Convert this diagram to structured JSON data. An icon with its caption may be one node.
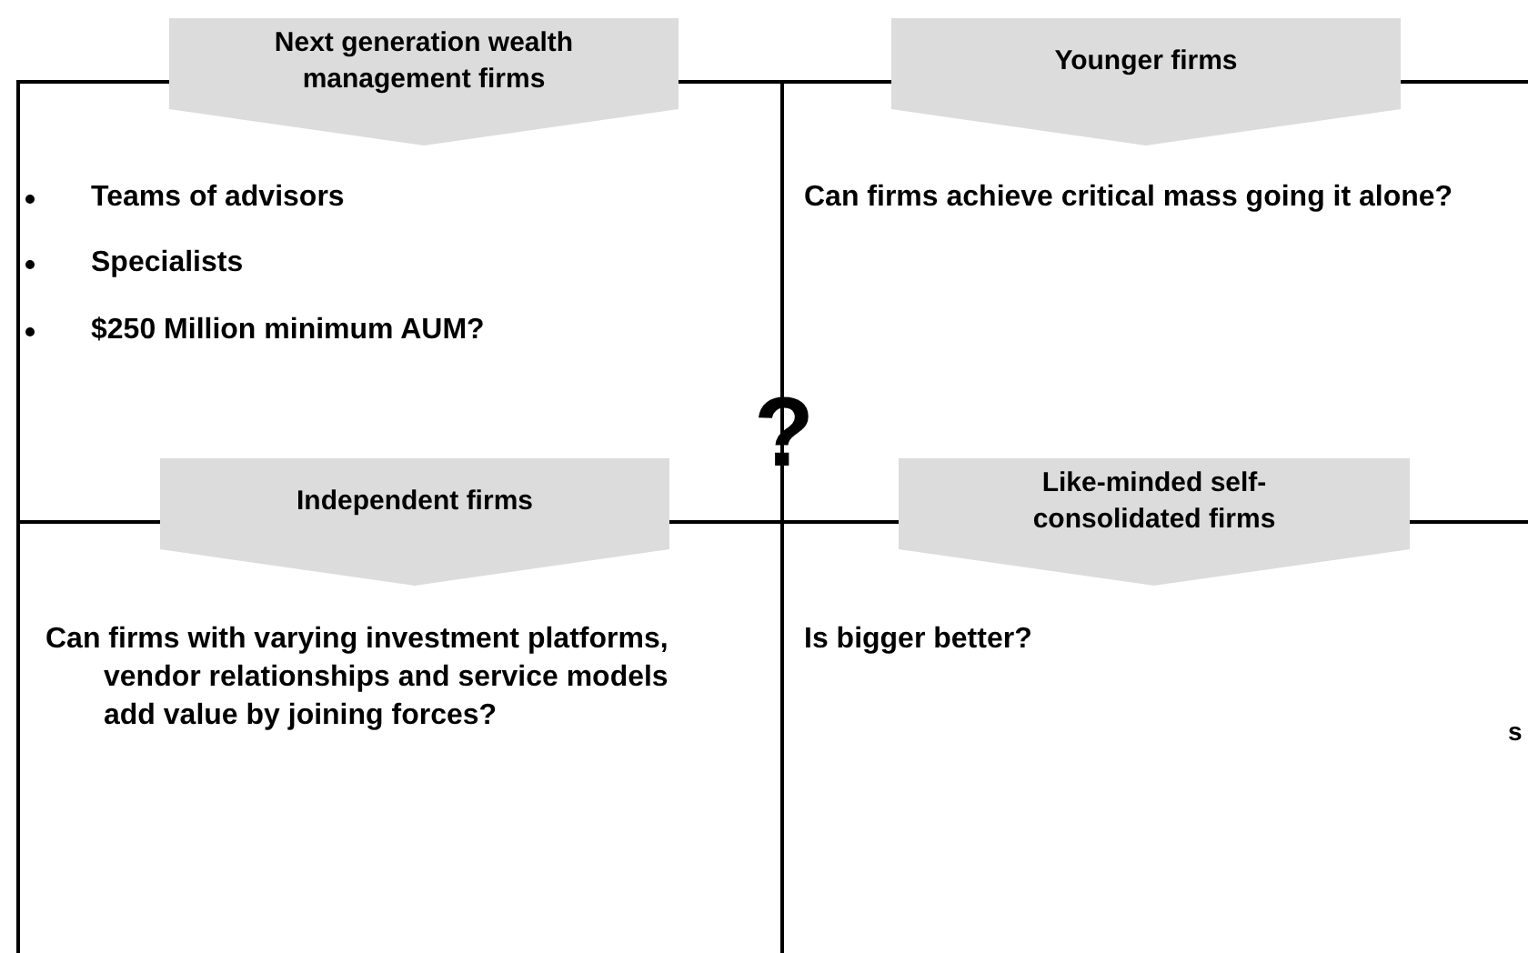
{
  "diagram": {
    "nodes": [
      {
        "text": [
          "Next generation wealth management firms"
        ]
      },
      {
        "text": [
          "Younger firms"
        ]
      },
      {
        "text": [
          "Independent firms"
        ]
      },
      {
        "text": [
          "Like-minded self-consolidated firms"
        ]
      }
    ],
    "labels": [
      "Teams of advisors",
      "Specialists",
      "$250 Million minimum  AUM?",
      "Can firms achieve critical mass going it alone?",
      "?",
      "Can firms with varying investment platforms, vendor relationships and service models add value by joining forces?",
      "Is bigger better?",
      "s"
    ]
  }
}
